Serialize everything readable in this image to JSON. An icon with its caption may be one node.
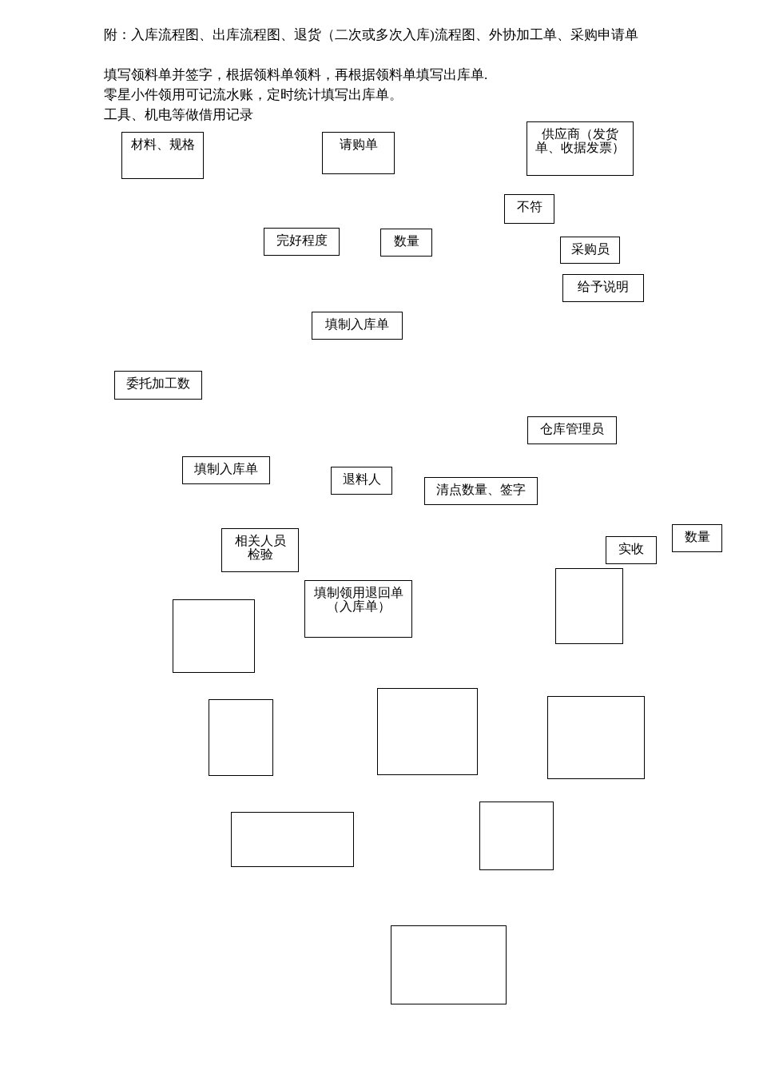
{
  "diagram": {
    "nodes": [
      {
        "text": [
          "材料、规格"
        ]
      },
      {
        "text": [
          "请购单"
        ]
      },
      {
        "text": [
          "供应商（发货单、收据发票）"
        ]
      },
      {
        "text": [
          "不符"
        ]
      },
      {
        "text": [
          "完好程度"
        ]
      },
      {
        "text": [
          "数量"
        ]
      },
      {
        "text": [
          "采购员"
        ]
      },
      {
        "text": [
          "给予说明"
        ]
      },
      {
        "text": [
          "填制入库单"
        ]
      },
      {
        "text": [
          "委托加工数"
        ]
      },
      {
        "text": [
          "仓库管理员"
        ]
      },
      {
        "text": [
          "填制入库单"
        ]
      },
      {
        "text": [
          "退料人"
        ]
      },
      {
        "text": [
          "清点数量、签字"
        ]
      },
      {
        "text": [
          "数量"
        ]
      },
      {
        "text": [
          "相关人员检验"
        ]
      },
      {
        "text": [
          "实收"
        ]
      },
      {
        "text": [],
        "shape": "box"
      },
      {
        "text": [
          "填制领用退回单（入库单）"
        ]
      },
      {
        "text": [],
        "shape": "box"
      },
      {
        "text": [],
        "shape": "box"
      },
      {
        "text": [],
        "shape": "box"
      },
      {
        "text": [],
        "shape": "box"
      },
      {
        "text": [],
        "shape": "box"
      },
      {
        "text": [],
        "shape": "box"
      },
      {
        "text": [],
        "shape": "box"
      }
    ],
    "labels": [
      "附：入库流程图、出库流程图、退货（二次或多次入库)流程图、外协加工单、采购申请单",
      "填写领料单并签字，根据领料单领料，再根据领料单填写出库单.",
      "零星小件领用可记流水账，定时统计填写出库单。",
      "工具、机电等做借用记录"
    ]
  }
}
